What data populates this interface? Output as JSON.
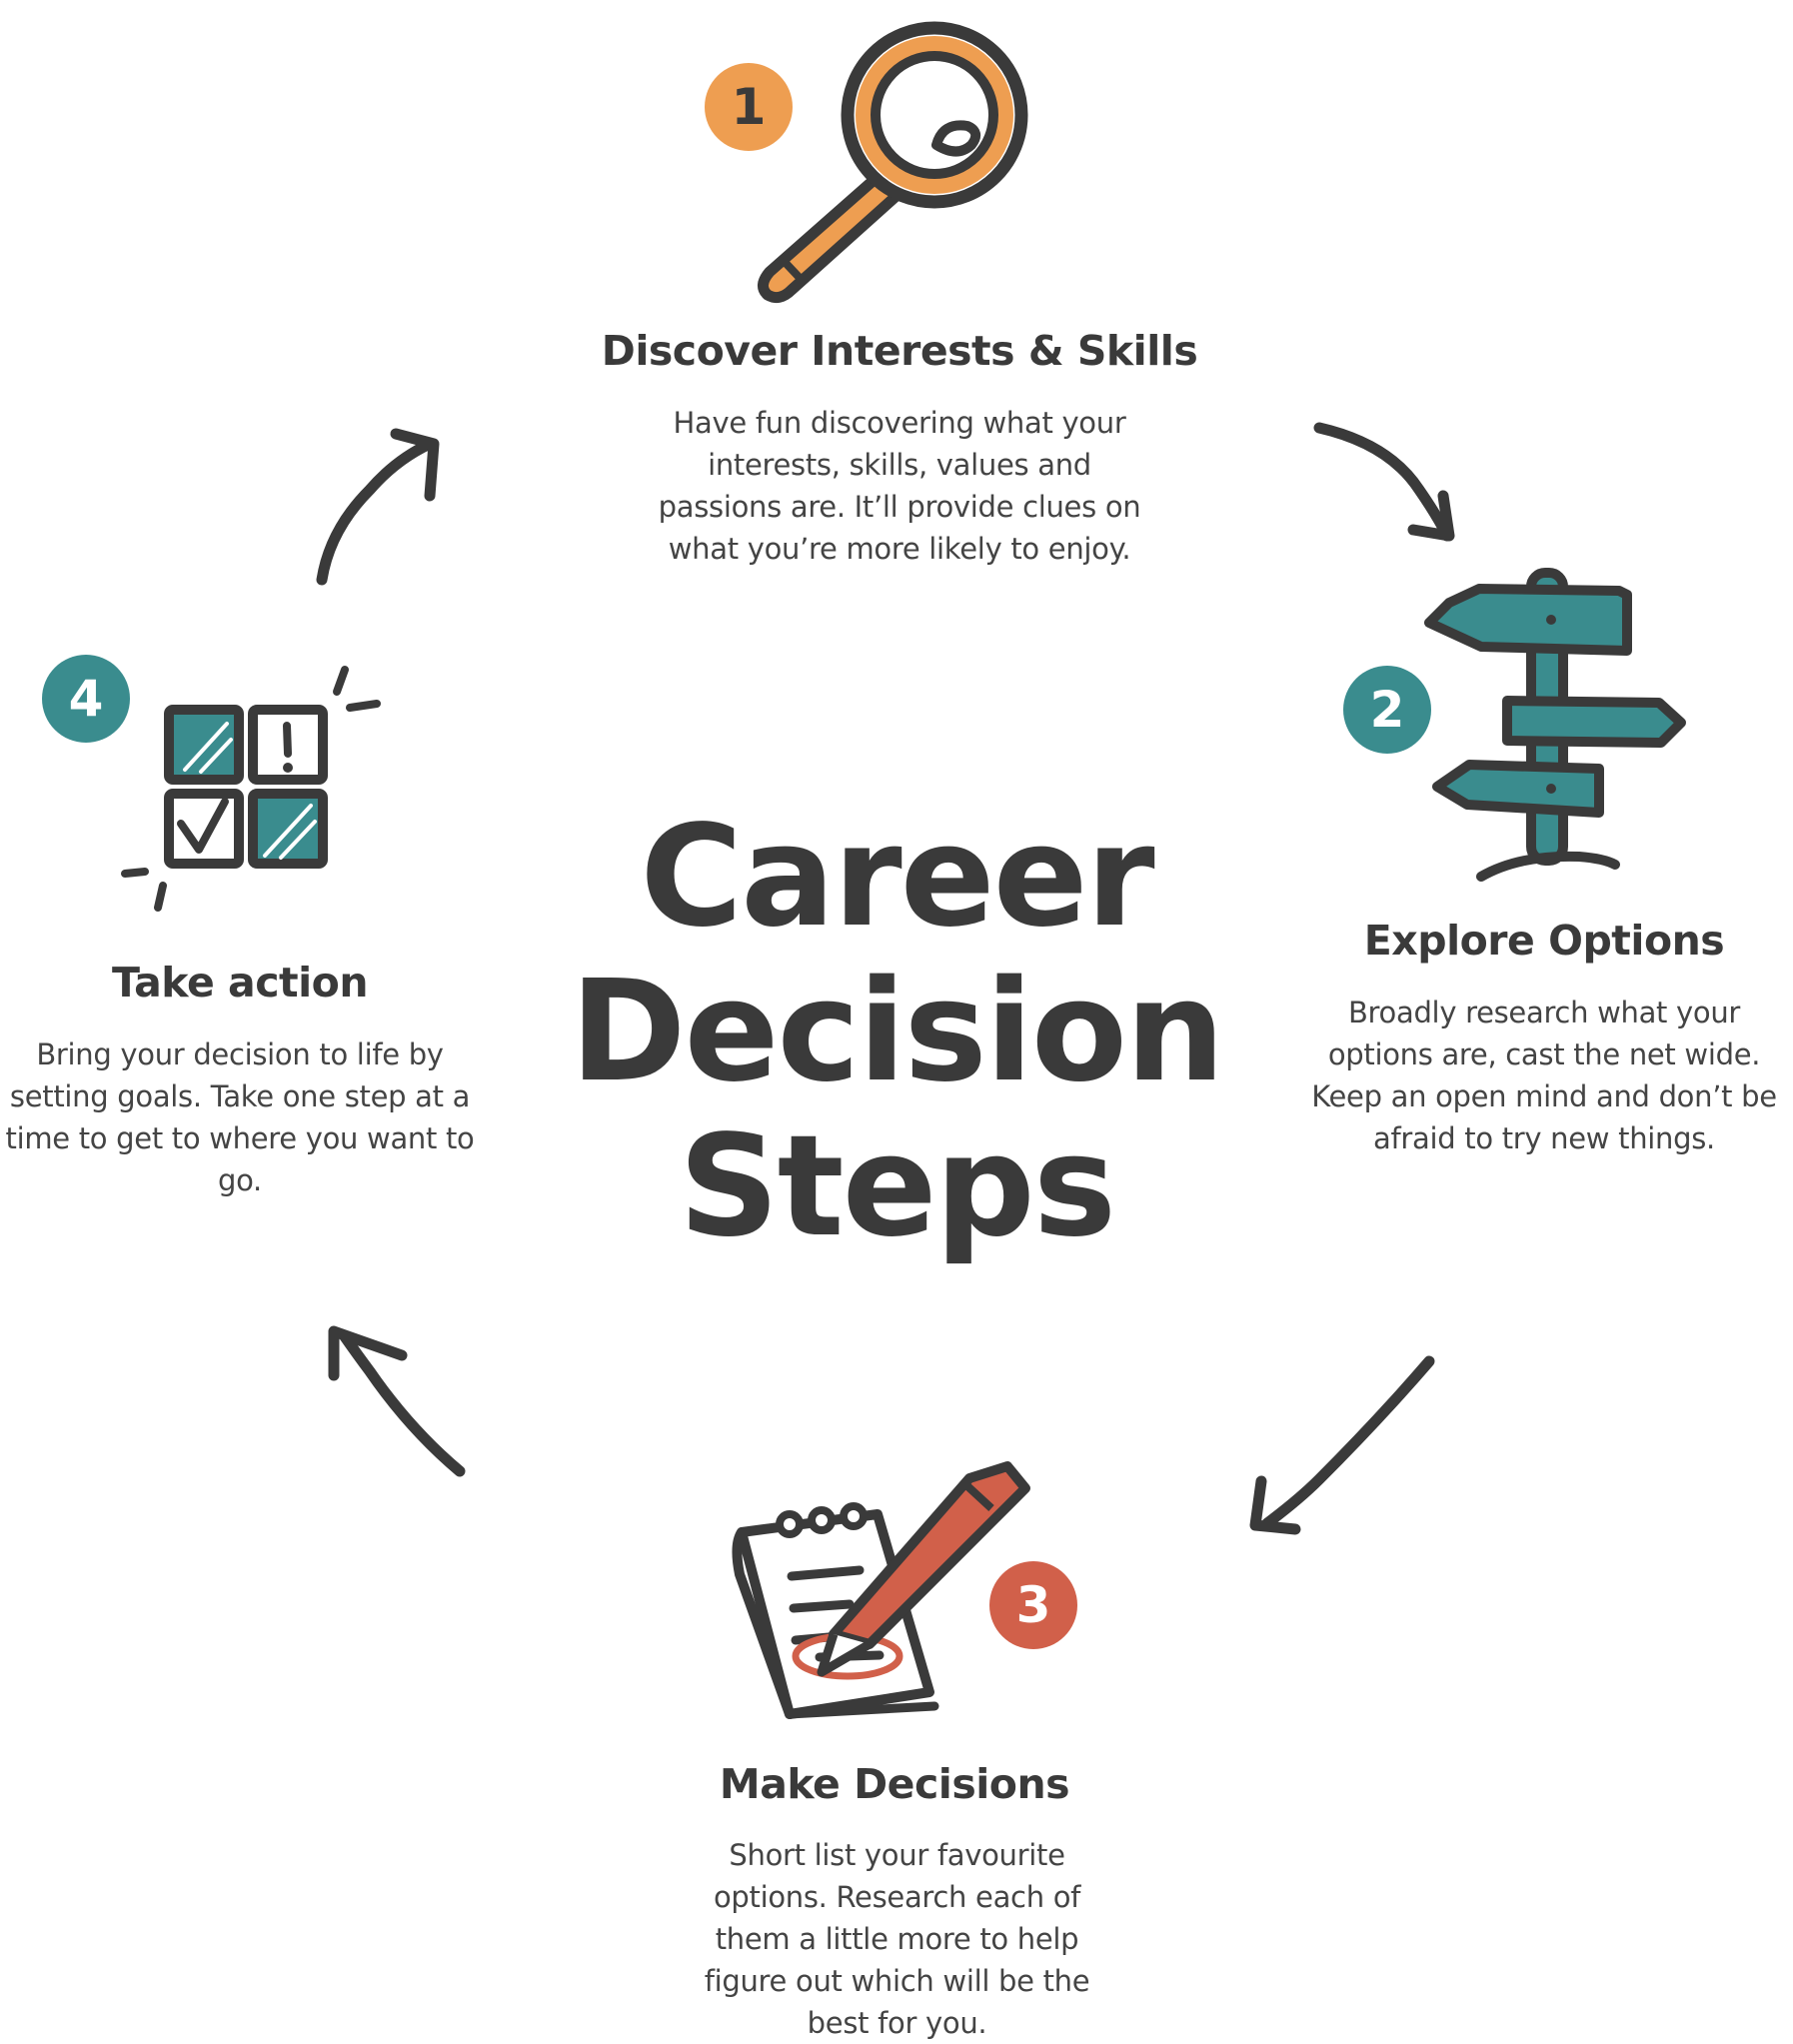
{
  "title": {
    "line1": "Career",
    "line2": "Decision",
    "line3": "Steps"
  },
  "colors": {
    "orange": "#EE9E51",
    "teal": "#3A8C8E",
    "red": "#D1604A",
    "dark": "#3A3A3A"
  },
  "steps": [
    {
      "number": "1",
      "title": "Discover Interests & Skills",
      "description": "Have fun discovering what your interests, skills, values and passions are. It’ll provide clues on what you’re more likely to enjoy.",
      "icon": "magnifying-glass-icon"
    },
    {
      "number": "2",
      "title": "Explore Options",
      "description": "Broadly research what your options are, cast the net wide. Keep an open mind and don’t be afraid to try new things.",
      "icon": "signpost-icon"
    },
    {
      "number": "3",
      "title": "Make Decisions",
      "description": "Short list your favourite options. Research each of them a little more to help figure out which will be the best for you.",
      "icon": "notepad-pencil-icon"
    },
    {
      "number": "4",
      "title": "Take action",
      "description": "Bring your decision to life by setting goals. Take one step at a time to get to where you want to go.",
      "icon": "checklist-grid-icon"
    }
  ]
}
